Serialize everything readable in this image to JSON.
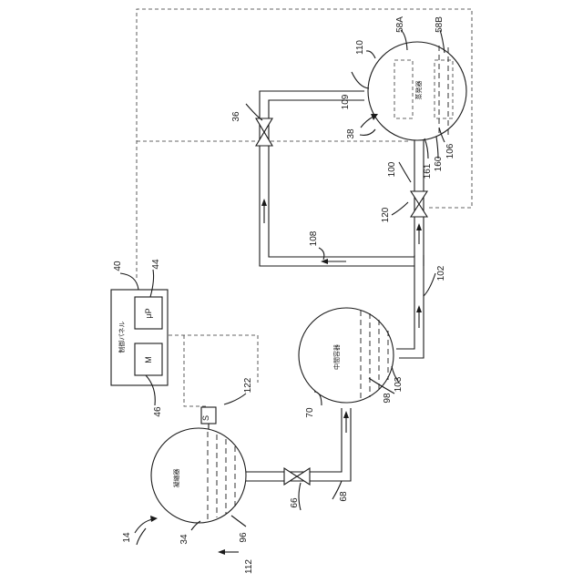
{
  "labels": {
    "system": "14",
    "condenser": "34",
    "valve_condenser": "36",
    "evaporator_assembly": "38",
    "control_panel": "40",
    "microprocessor": "44",
    "memory": "46",
    "evaporator_a": "58A",
    "evaporator_b": "58B",
    "valve_line": "66",
    "line_68": "68",
    "intermediate_vessel": "70",
    "condenser_liquid": "96",
    "vessel_liquid": "98",
    "line_100": "100",
    "line_102": "102",
    "line_103": "103",
    "line_106": "106",
    "line_108": "108",
    "line_109": "109",
    "evaporator": "110",
    "arrow_112": "112",
    "valve_120": "120",
    "sensor": "122",
    "line_160": "160",
    "line_161": "161"
  },
  "text": {
    "control_panel_title": "制御パネル",
    "memory_letter": "M",
    "microprocessor_letter": "μP",
    "sensor_letter": "S",
    "condenser_name": "凝縮器",
    "vessel_name": "中間容器",
    "evaporator_name": "蒸発器"
  }
}
